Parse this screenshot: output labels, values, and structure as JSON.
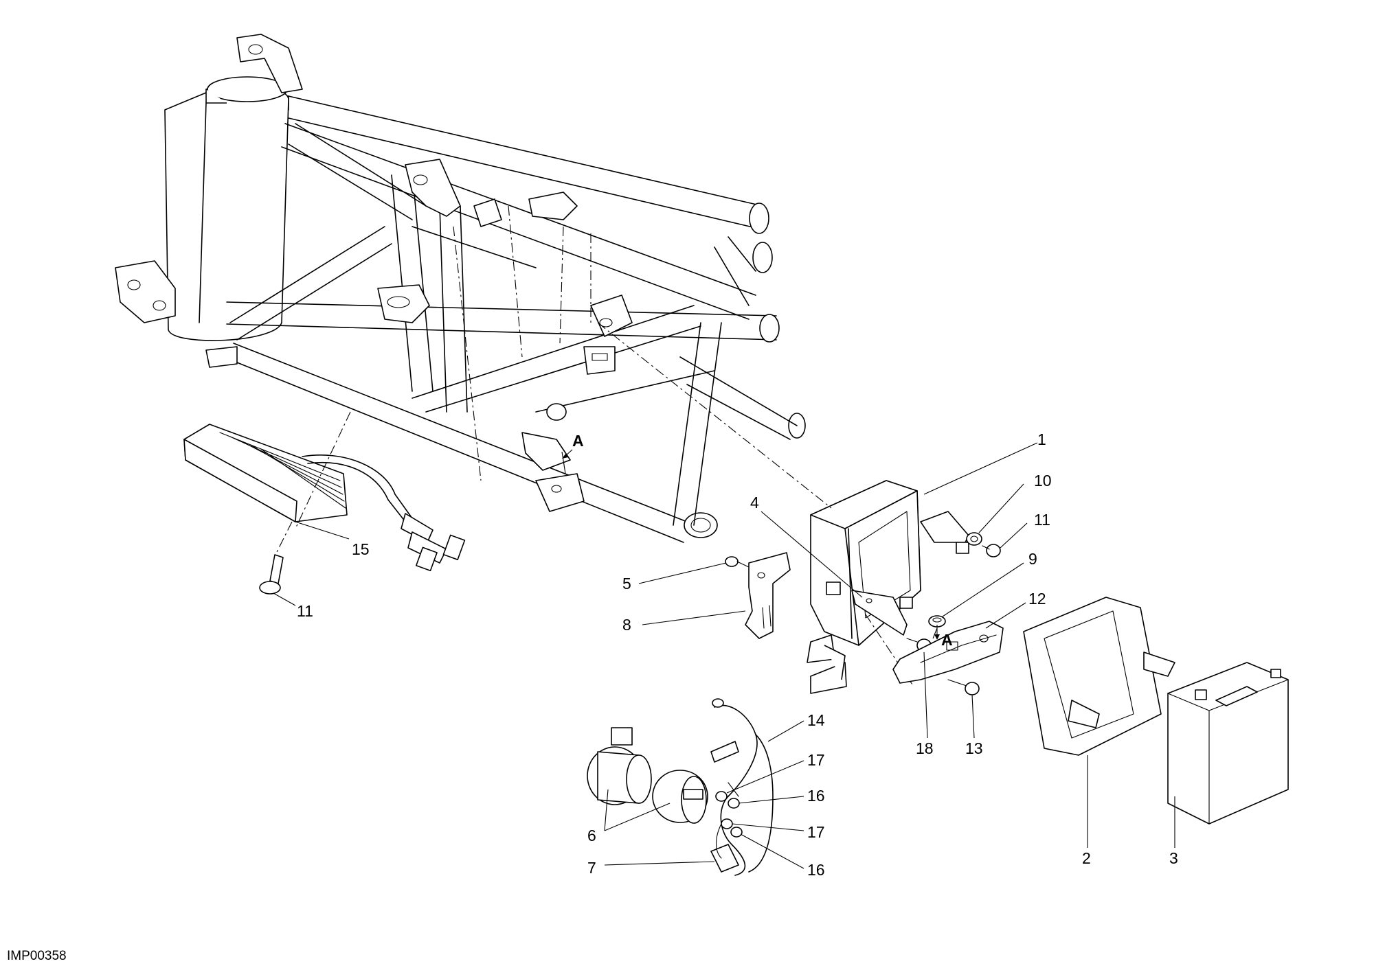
{
  "figure_code": "IMP00358",
  "callouts": {
    "c1": "1",
    "c2": "2",
    "c3": "3",
    "c4": "4",
    "c5": "5",
    "c6": "6",
    "c7": "7",
    "c8": "8",
    "c9": "9",
    "c10": "10",
    "c11a": "11",
    "c11b": "11",
    "c12": "12",
    "c13": "13",
    "c14": "14",
    "c15": "15",
    "c16a": "16",
    "c16b": "16",
    "c17a": "17",
    "c17b": "17",
    "c18": "18"
  },
  "reference_marks": {
    "a1": "A",
    "a2": "A"
  }
}
